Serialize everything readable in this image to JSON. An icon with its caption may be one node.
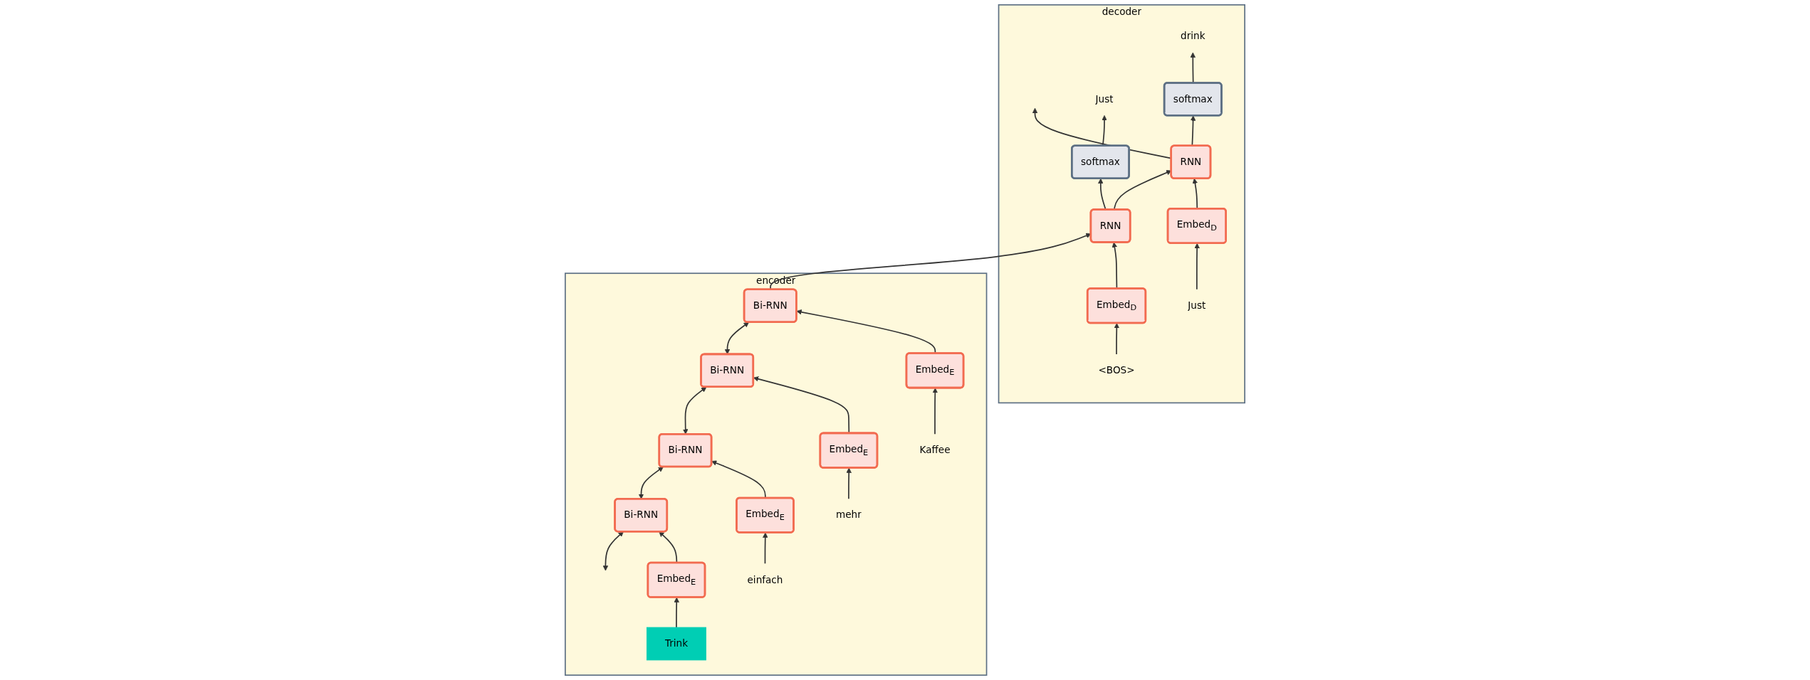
{
  "diagram": {
    "nodes": [
      {
        "text": [
          "encoder"
        ]
      },
      {
        "text": [
          "Bi-RNN"
        ],
        "in": 0
      },
      {
        "text": [
          "Bi-RNN"
        ],
        "in": 0
      },
      {
        "text": [
          "Bi-RNN"
        ],
        "in": 0
      },
      {
        "text": [
          "Bi-RNN"
        ],
        "in": 0
      },
      {
        "text": [
          "Embed$_{E}$"
        ],
        "in": 0
      },
      {
        "text": [
          "Embed$_{E}$"
        ],
        "in": 0
      },
      {
        "text": [
          "Embed$_{E}$"
        ],
        "in": 0
      },
      {
        "text": [
          "Embed$_{E}$"
        ],
        "in": 0
      },
      {
        "text": [
          "Trink"
        ],
        "in": 0
      },
      {
        "text": [
          "einfach"
        ],
        "in": 0
      },
      {
        "text": [
          "mehr"
        ],
        "in": 0
      },
      {
        "text": [
          "Kaffee"
        ],
        "in": 0
      },
      {
        "text": [
          "decoder"
        ]
      },
      {
        "text": [
          "Just"
        ],
        "in": 13
      },
      {
        "text": [
          "drink"
        ],
        "in": 13
      },
      {
        "text": [
          "softmax"
        ],
        "in": 13
      },
      {
        "text": [
          "softmax"
        ],
        "in": 13
      },
      {
        "text": [
          "RNN"
        ],
        "in": 13
      },
      {
        "text": [
          "RNN"
        ],
        "in": 13
      },
      {
        "text": [
          "Embed$_{D}$"
        ],
        "in": 13
      },
      {
        "text": [
          "Embed$_{D}$"
        ],
        "in": 13
      },
      {
        "text": [
          "<BOS>"
        ],
        "in": 13
      },
      {
        "text": [
          "Just"
        ],
        "in": 13
      }
    ],
    "edges": [
      {
        "from": null,
        "to": 1,
        "arrow": "both"
      },
      {
        "from": 1,
        "to": 2,
        "arrow": "both"
      },
      {
        "from": 2,
        "to": 3,
        "arrow": "both"
      },
      {
        "from": 3,
        "to": 4,
        "arrow": "both"
      },
      {
        "from": 4,
        "to": 18,
        "arrow": "to"
      },
      {
        "from": 18,
        "to": 19,
        "arrow": "to"
      },
      {
        "from": 19,
        "to": null,
        "arrow": "to"
      },
      {
        "from": 9,
        "to": 5,
        "arrow": "to"
      },
      {
        "from": 10,
        "to": 6,
        "arrow": "to"
      },
      {
        "from": 11,
        "to": 7,
        "arrow": "to"
      },
      {
        "from": 12,
        "to": 8,
        "arrow": "to"
      },
      {
        "from": 5,
        "to": 1,
        "arrow": "to"
      },
      {
        "from": 6,
        "to": 2,
        "arrow": "to"
      },
      {
        "from": 7,
        "to": 3,
        "arrow": "to"
      },
      {
        "from": 8,
        "to": 4,
        "arrow": "to"
      },
      {
        "from": 22,
        "to": 20,
        "arrow": "to"
      },
      {
        "from": 23,
        "to": 21,
        "arrow": "to"
      },
      {
        "from": 20,
        "to": 18,
        "arrow": "to"
      },
      {
        "from": 21,
        "to": 19,
        "arrow": "to"
      },
      {
        "from": 18,
        "to": 16,
        "arrow": "to"
      },
      {
        "from": 19,
        "to": 17,
        "arrow": "to"
      },
      {
        "from": 16,
        "to": 14,
        "arrow": "to"
      },
      {
        "from": 17,
        "to": 15,
        "arrow": "to"
      }
    ]
  }
}
